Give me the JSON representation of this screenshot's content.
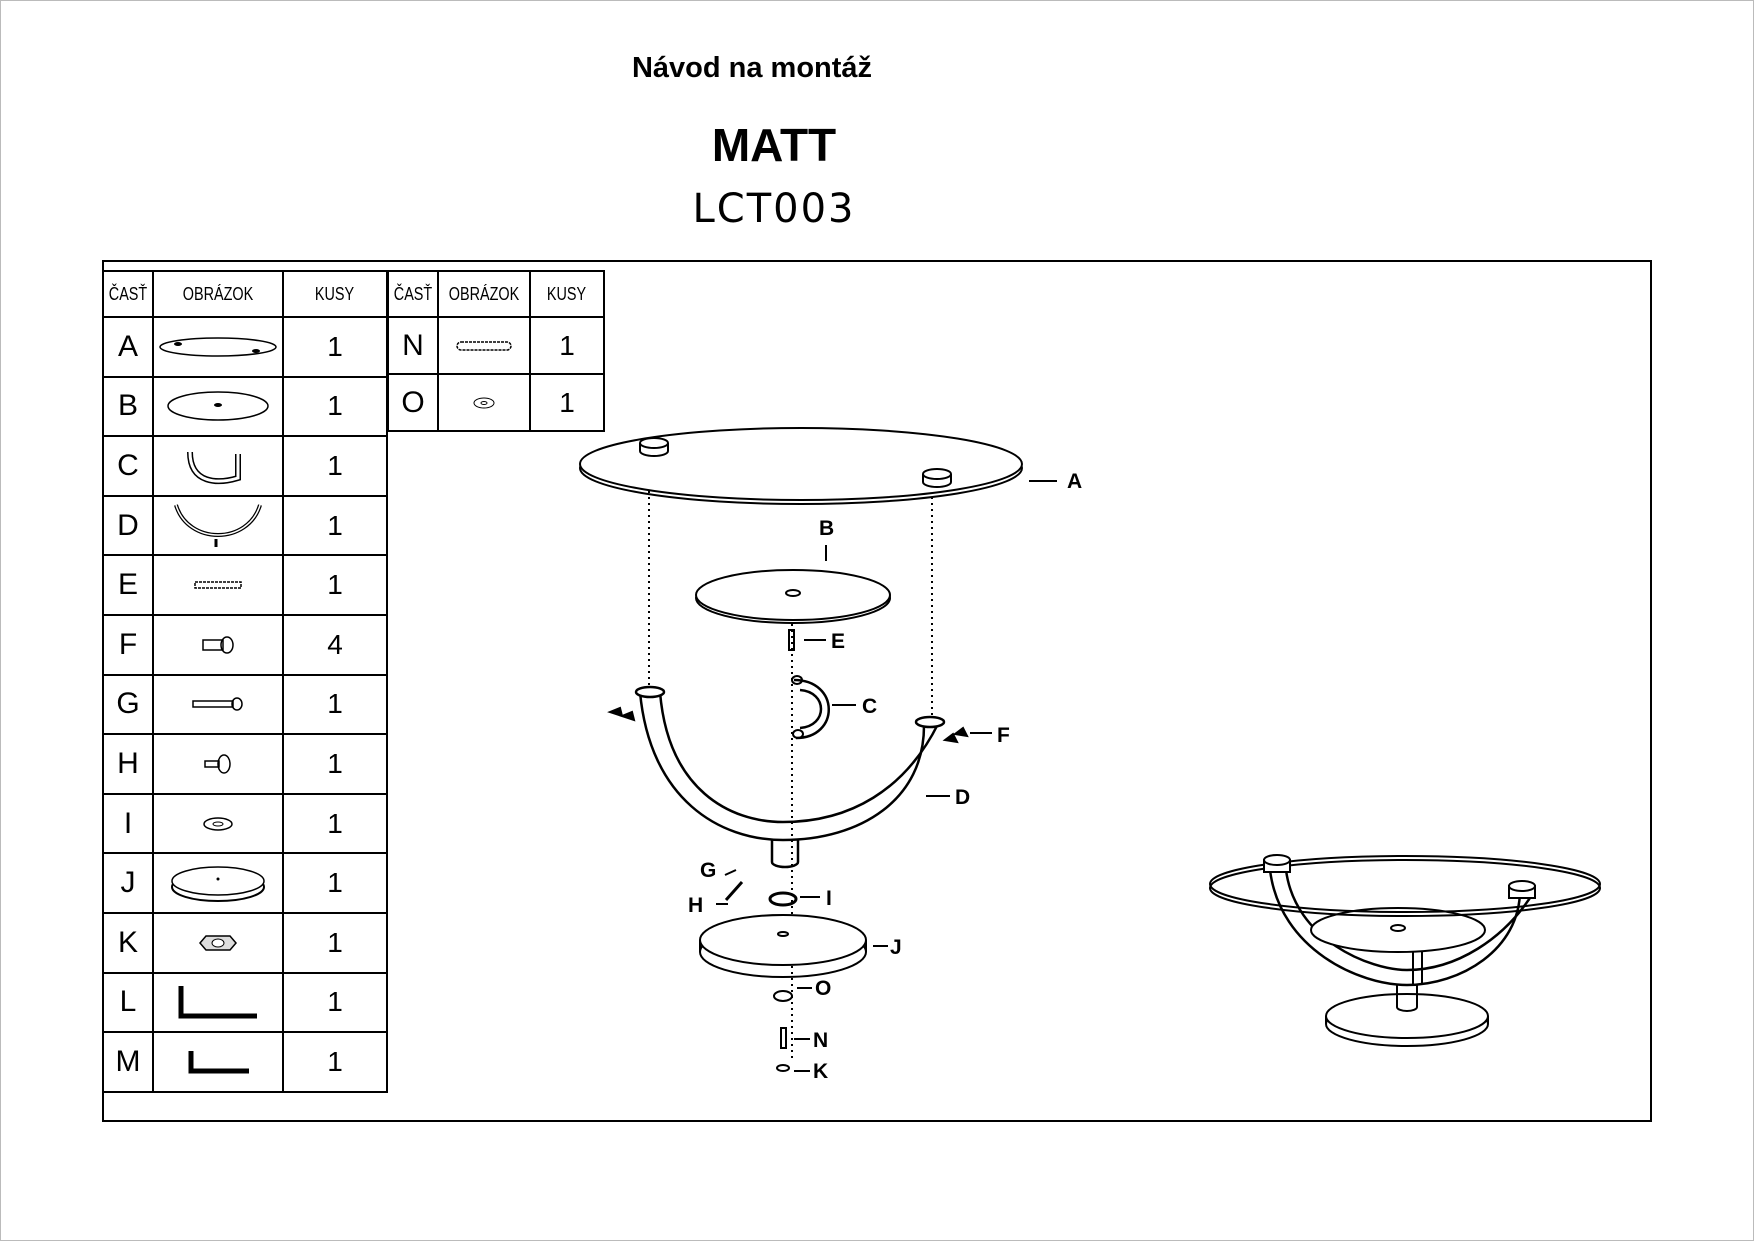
{
  "header": {
    "heading": "Návod na montáž",
    "product": "MATT",
    "code": "LCT003"
  },
  "parts_table": {
    "headers": [
      "ČASŤ",
      "OBRÁZOK",
      "KUSY"
    ],
    "rows": [
      {
        "part": "A",
        "icon": "glass-tabletop-icon",
        "qty": "1"
      },
      {
        "part": "B",
        "icon": "glass-shelf-icon",
        "qty": "1"
      },
      {
        "part": "C",
        "icon": "c-bracket-icon",
        "qty": "1"
      },
      {
        "part": "D",
        "icon": "u-frame-icon",
        "qty": "1"
      },
      {
        "part": "E",
        "icon": "threaded-pin-icon",
        "qty": "1"
      },
      {
        "part": "F",
        "icon": "screw-icon",
        "qty": "4"
      },
      {
        "part": "G",
        "icon": "long-bolt-icon",
        "qty": "1"
      },
      {
        "part": "H",
        "icon": "short-bolt-icon",
        "qty": "1"
      },
      {
        "part": "I",
        "icon": "washer-icon",
        "qty": "1"
      },
      {
        "part": "J",
        "icon": "base-disc-icon",
        "qty": "1"
      },
      {
        "part": "K",
        "icon": "nut-icon",
        "qty": "1"
      },
      {
        "part": "L",
        "icon": "allen-key-large-icon",
        "qty": "1"
      },
      {
        "part": "M",
        "icon": "allen-key-small-icon",
        "qty": "1"
      }
    ],
    "rows2": [
      {
        "part": "N",
        "icon": "threaded-rod-icon",
        "qty": "1"
      },
      {
        "part": "O",
        "icon": "small-washer-icon",
        "qty": "1"
      }
    ]
  },
  "diagram": {
    "labels": [
      "A",
      "B",
      "C",
      "D",
      "E",
      "F",
      "G",
      "H",
      "I",
      "J",
      "O",
      "N",
      "K"
    ]
  }
}
